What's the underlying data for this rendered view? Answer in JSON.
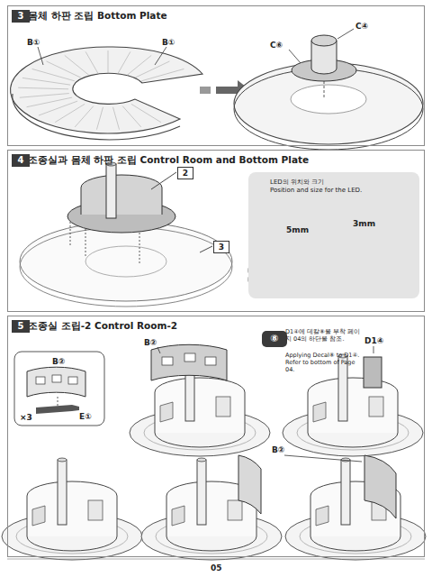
{
  "diagram": {
    "nodes": [
      {
        "text": [
          "몸체 하판 조립 Bottom Plate"
        ]
      },
      {
        "text": [
          "3"
        ],
        "in": 0
      },
      {
        "text": [
          "조종실과 몸체 하판 조립 Control Room and Bottom Plate"
        ]
      },
      {
        "text": [
          "4"
        ],
        "in": 2
      },
      {
        "text": [
          "2"
        ],
        "in": 2
      },
      {
        "text": [
          "3"
        ],
        "in": 2
      },
      {
        "text": [
          "LED의 위치와 크기",
          "Position and size for the LED."
        ],
        "in": 2
      },
      {
        "text": [
          "조종실 조립-2 Control Room-2"
        ]
      },
      {
        "text": [
          "5"
        ],
        "in": 7
      },
      {
        "text": [
          "⑧"
        ],
        "in": 7
      }
    ],
    "labels": [
      "B①",
      "B①",
      "C④",
      "C⑥",
      "5mm",
      "3mm",
      "B②",
      "E①",
      "×3",
      "B②",
      "D1④에 데칼⑧을 부착 페이지 04의 하단을 참조.",
      "Applying Decal⑧ to D1④. Refer to bottom of Page 04.",
      "D1④",
      "B②",
      "05"
    ]
  }
}
